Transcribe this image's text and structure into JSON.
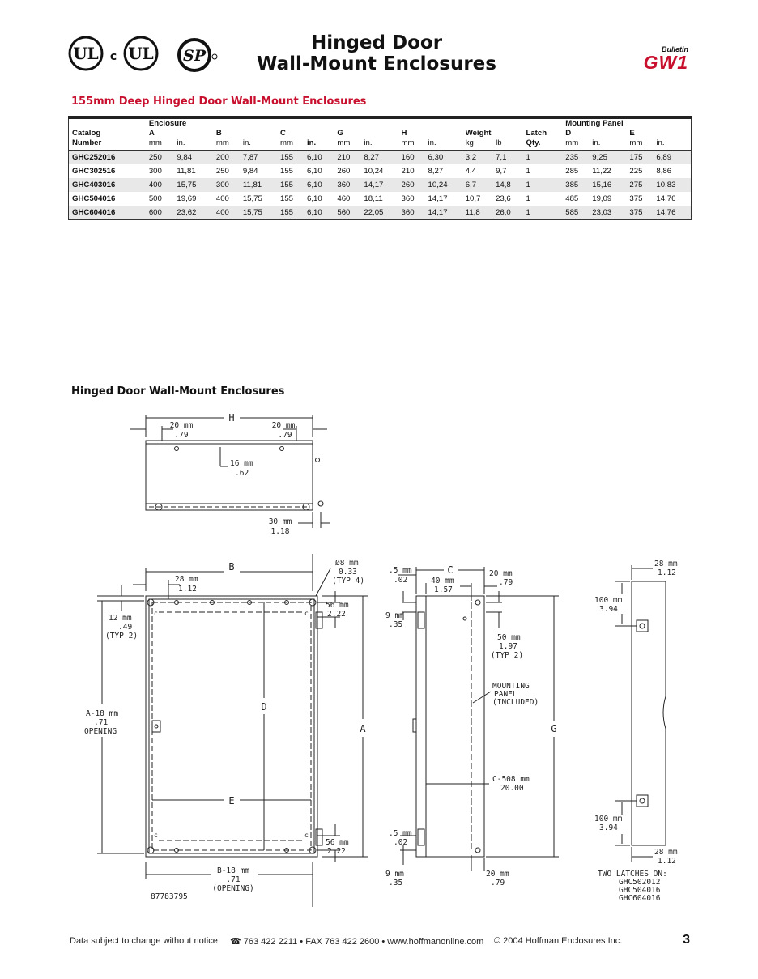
{
  "header": {
    "title_line1": "Hinged Door",
    "title_line2": "Wall-Mount Enclosures",
    "bulletin_label": "Bulletin",
    "bulletin_code": "GW1"
  },
  "logos": [
    {
      "text": "UL",
      "icon": "ul-listed-mark"
    },
    {
      "text": "c",
      "icon": "cul-prefix"
    },
    {
      "text": "UL",
      "icon": "cul-mark"
    },
    {
      "text": "SP",
      "icon": "csa-mark"
    }
  ],
  "table": {
    "title": "155mm Deep Hinged Door Wall-Mount Enclosures",
    "headers": {
      "catalog": "Catalog",
      "number": "Number",
      "enclosure": "Enclosure",
      "a": "A",
      "b": "B",
      "c": "C",
      "g": "G",
      "h": "H",
      "weight": "Weight",
      "latch": "Latch",
      "qty": "Qty.",
      "mounting_panel": "Mounting Panel",
      "d": "D",
      "e": "E"
    },
    "units": [
      "mm",
      "in.",
      "mm",
      "in.",
      "mm",
      "in.",
      "mm",
      "in.",
      "mm",
      "in.",
      "kg",
      "lb",
      "mm",
      "in.",
      "mm",
      "in."
    ],
    "rows": [
      [
        "GHC252016",
        "250",
        "9,84",
        "200",
        "7,87",
        "155",
        "6,10",
        "210",
        "8,27",
        "160",
        "6,30",
        "3,2",
        "7,1",
        "1",
        "235",
        "9,25",
        "175",
        "6,89"
      ],
      [
        "GHC302516",
        "300",
        "11,81",
        "250",
        "9,84",
        "155",
        "6,10",
        "260",
        "10,24",
        "210",
        "8,27",
        "4,4",
        "9,7",
        "1",
        "285",
        "11,22",
        "225",
        "8,86"
      ],
      [
        "GHC403016",
        "400",
        "15,75",
        "300",
        "11,81",
        "155",
        "6,10",
        "360",
        "14,17",
        "260",
        "10,24",
        "6,7",
        "14,8",
        "1",
        "385",
        "15,16",
        "275",
        "10,83"
      ],
      [
        "GHC504016",
        "500",
        "19,69",
        "400",
        "15,75",
        "155",
        "6,10",
        "460",
        "18,11",
        "360",
        "14,17",
        "10,7",
        "23,6",
        "1",
        "485",
        "19,09",
        "375",
        "14,76"
      ],
      [
        "GHC604016",
        "600",
        "23,62",
        "400",
        "15,75",
        "155",
        "6,10",
        "560",
        "22,05",
        "360",
        "14,17",
        "11,8",
        "26,0",
        "1",
        "585",
        "23,03",
        "375",
        "14,76"
      ]
    ]
  },
  "diagram": {
    "title": "Hinged Door Wall-Mount Enclosures",
    "labels": {
      "h": "H",
      "b": "B",
      "c": "C",
      "d": "D",
      "e": "E",
      "a": "A",
      "g": "G",
      "top_20mm": "20 mm",
      "top_79": ".79",
      "top_20mm_r": "20 mm",
      "top_79_r": ".79",
      "top_16mm": "16 mm",
      "top_62": ".62",
      "top_30mm": "30 mm",
      "top_118": "1.18",
      "f_28mm": "28 mm",
      "f_112": "1.12",
      "f_d8": "Ø8 mm",
      "f_033": "0.33",
      "f_typ4": "(TYP 4)",
      "f_56mm": "56 mm",
      "f_222": "2.22",
      "f_12mm": "12 mm",
      "f_49": ".49",
      "f_typ2": "(TYP 2)",
      "f_a18": "A-18 mm",
      "f_71": ".71",
      "f_opening": "OPENING",
      "f_56mm_b": "56 mm",
      "f_222_b": "2.22",
      "f_b18": "B-18 mm",
      "f_71_b": ".71",
      "f_opening_b": "(OPENING)",
      "f_code": "87783795",
      "s_5mm": ".5 mm",
      "s_02": ".02",
      "s_40mm": "40 mm",
      "s_157": "1.57",
      "s_20mm": "20 mm",
      "s_79": ".79",
      "s_9mm": "9 mm",
      "s_35": ".35",
      "s_50mm": "50 mm",
      "s_197": "1.97",
      "s_typ2": "(TYP 2)",
      "s_mount1": "MOUNTING",
      "s_mount2": "PANEL",
      "s_mount3": "(INCLUDED)",
      "s_c508": "C-508 mm",
      "s_2000": "20.00",
      "s_5mm_b": ".5 mm",
      "s_02_b": ".02",
      "s_9mm_b": "9 mm",
      "s_35_b": ".35",
      "s_20mm_b": "20 mm",
      "s_79_b": ".79",
      "r_28mm": "28 mm",
      "r_112": "1.12",
      "r_100mm": "100 mm",
      "r_394": "3.94",
      "r_100mm_b": "100 mm",
      "r_394_b": "3.94",
      "r_28mm_b": "28 mm",
      "r_112_b": "1.12",
      "r_two": "TWO LATCHES ON:",
      "r_m1": "GHC502012",
      "r_m2": "GHC504016",
      "r_m3": "GHC604016",
      "c_small": "c"
    }
  },
  "footer": {
    "notice": "Data subject to change without notice",
    "contact": "763 422 2211 • FAX 763 422 2600 • www.hoffmanonline.com",
    "copyright": "© 2004 Hoffman Enclosures Inc.",
    "page": "3",
    "icon": "telephone-icon"
  },
  "colors": {
    "accent": "#c8102e",
    "row_shade": "#e8e8e8"
  }
}
